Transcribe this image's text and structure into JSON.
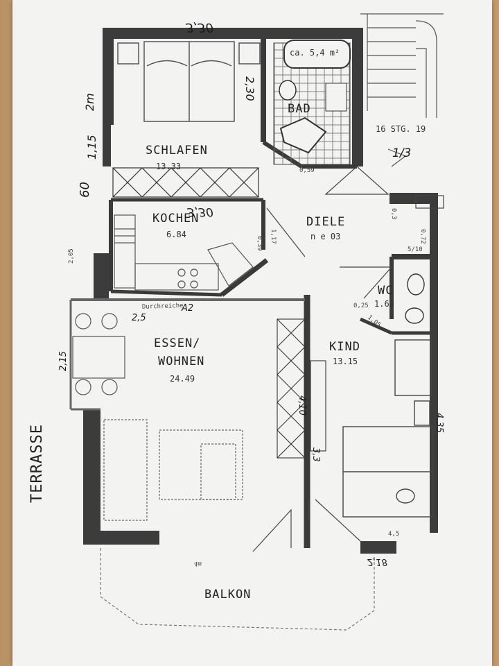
{
  "rooms": {
    "schlafen": {
      "name": "SCHLAFEN",
      "area": "13.33"
    },
    "kochen": {
      "name": "KOCHEN",
      "area": "6.84"
    },
    "diele": {
      "name": "DIELE",
      "area": "n e 03"
    },
    "bad": {
      "name": "BAD",
      "area": "ca. 5,4 m²"
    },
    "wc": {
      "name": "WC",
      "area": "1.60"
    },
    "essen": {
      "name_line1": "ESSEN/",
      "name_line2": "WOHNEN",
      "area": "24.49"
    },
    "kind": {
      "name": "KIND",
      "area": "13.15"
    },
    "balkon": {
      "name": "BALKON"
    },
    "terrasse": {
      "name": "TERRASSE"
    }
  },
  "stairs": {
    "label": "16 STG. 19",
    "fraction": "1/3"
  },
  "dimensions": {
    "top": "3,30",
    "bad_width": "2,30",
    "left_2m": "2m",
    "left_115": "1,15",
    "left_60": "60",
    "kochen_330": "3,30",
    "kochen_left": "2,05",
    "diele_right": "1,17",
    "essen_left": "2,15",
    "essen_25": "2,5",
    "essen_a2": "A2",
    "kind_height": "4,10",
    "kind_33": "3,3",
    "right_435": "4,35",
    "bottom_218": "2,18",
    "bottom_45": "4,5",
    "bottom_4m": "4m",
    "wc_025": "0,25",
    "wc_105": "1,05",
    "bad_059": "0,59",
    "kochen_039": "0,39",
    "diele_03": "0,3",
    "diele_072": "0,72",
    "diele_510": "5/10",
    "pass_through": "Durchreiche"
  },
  "colors": {
    "wall": "#3a3a3a",
    "ink": "#1e1e1e",
    "paper": "#f3f3f1"
  }
}
